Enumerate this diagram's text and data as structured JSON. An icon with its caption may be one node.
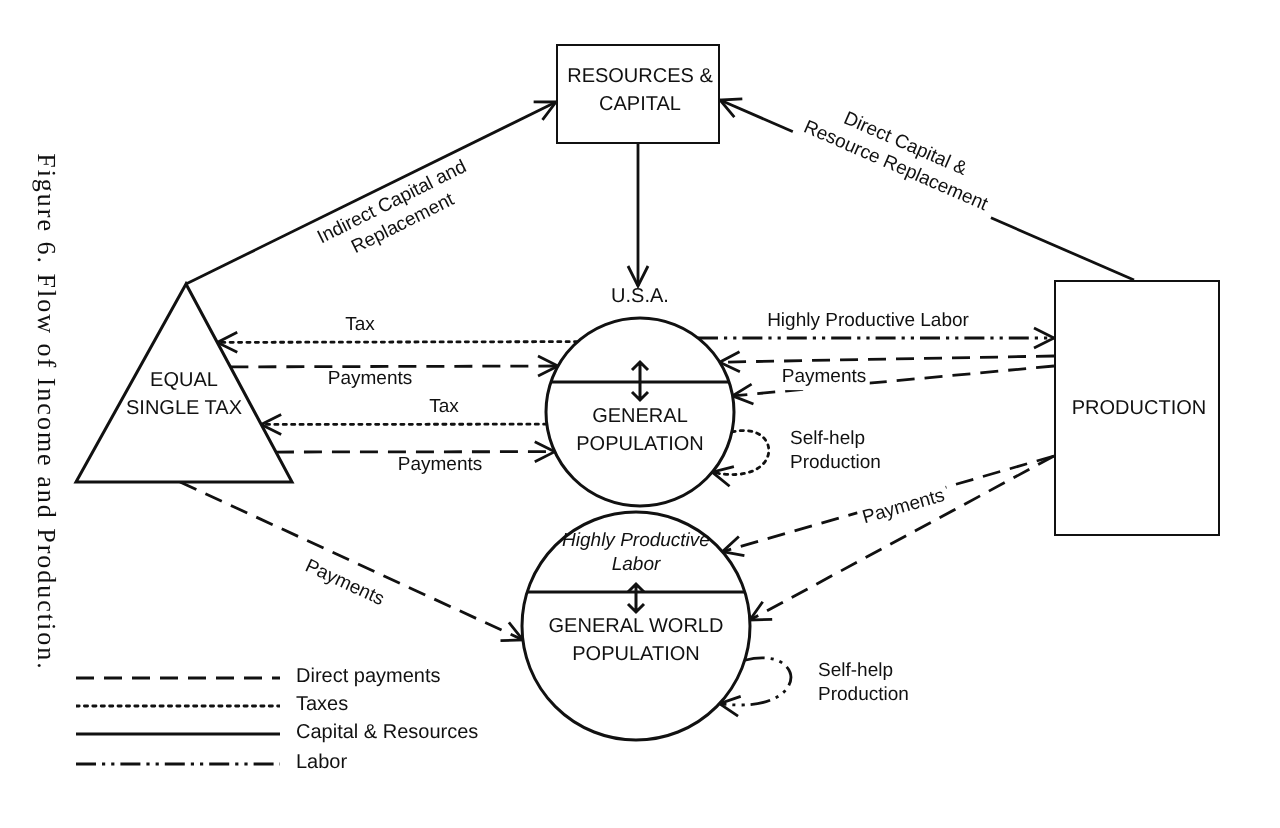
{
  "diagram": {
    "caption": "Figure 6. Flow of Income and Production.",
    "nodes": [
      {
        "text": [
          "RESOURCES & CAPITAL"
        ]
      },
      {
        "text": [
          "EQUAL SINGLE TAX"
        ]
      },
      {
        "text": [
          "PRODUCTION"
        ]
      },
      {
        "text": [
          "GENERAL POPULATION"
        ],
        "beside": [
          "U.S.A."
        ]
      },
      {
        "text": [
          "Highly Productive Labor",
          "GENERAL WORLD POPULATION"
        ]
      }
    ],
    "edges": [
      {
        "from": 1,
        "to": 0,
        "arrow": "to",
        "label": "Indirect Capital and Replacement"
      },
      {
        "from": 2,
        "to": 0,
        "arrow": "to",
        "label": "Direct Capital & Resource Replacement"
      },
      {
        "from": 0,
        "to": 3,
        "arrow": "to"
      },
      {
        "from": 3,
        "to": 1,
        "arrow": "to",
        "label": "Tax",
        "style": "dashed"
      },
      {
        "from": 1,
        "to": 3,
        "arrow": "to",
        "label": "Payments",
        "style": "dashed"
      },
      {
        "from": 3,
        "to": 1,
        "arrow": "to",
        "label": "Tax",
        "style": "dashed"
      },
      {
        "from": 1,
        "to": 3,
        "arrow": "to",
        "label": "Payments",
        "style": "dashed"
      },
      {
        "from": 3,
        "to": 2,
        "arrow": "to",
        "label": "Highly Productive Labor",
        "style": "dashed"
      },
      {
        "from": 2,
        "to": 3,
        "arrow": "to",
        "label": "Payments",
        "style": "dashed"
      },
      {
        "from": 2,
        "to": 3,
        "arrow": "to",
        "style": "dashed"
      },
      {
        "from": 3,
        "to": 3,
        "arrow": "to",
        "label": "Self-help Production",
        "style": "dashed"
      },
      {
        "from": 2,
        "to": 4,
        "arrow": "to",
        "label": "Payments",
        "style": "dashed"
      },
      {
        "from": 2,
        "to": 4,
        "arrow": "to",
        "style": "dashed"
      },
      {
        "from": 1,
        "to": 4,
        "arrow": "to",
        "label": "Payments",
        "style": "dashed"
      },
      {
        "from": 4,
        "to": 4,
        "arrow": "to",
        "label": "Self-help Production",
        "style": "dashed"
      }
    ],
    "legend": [
      {
        "text": "Direct payments"
      },
      {
        "text": "Taxes"
      },
      {
        "text": "Capital & Resources"
      },
      {
        "text": "Labor"
      }
    ]
  }
}
